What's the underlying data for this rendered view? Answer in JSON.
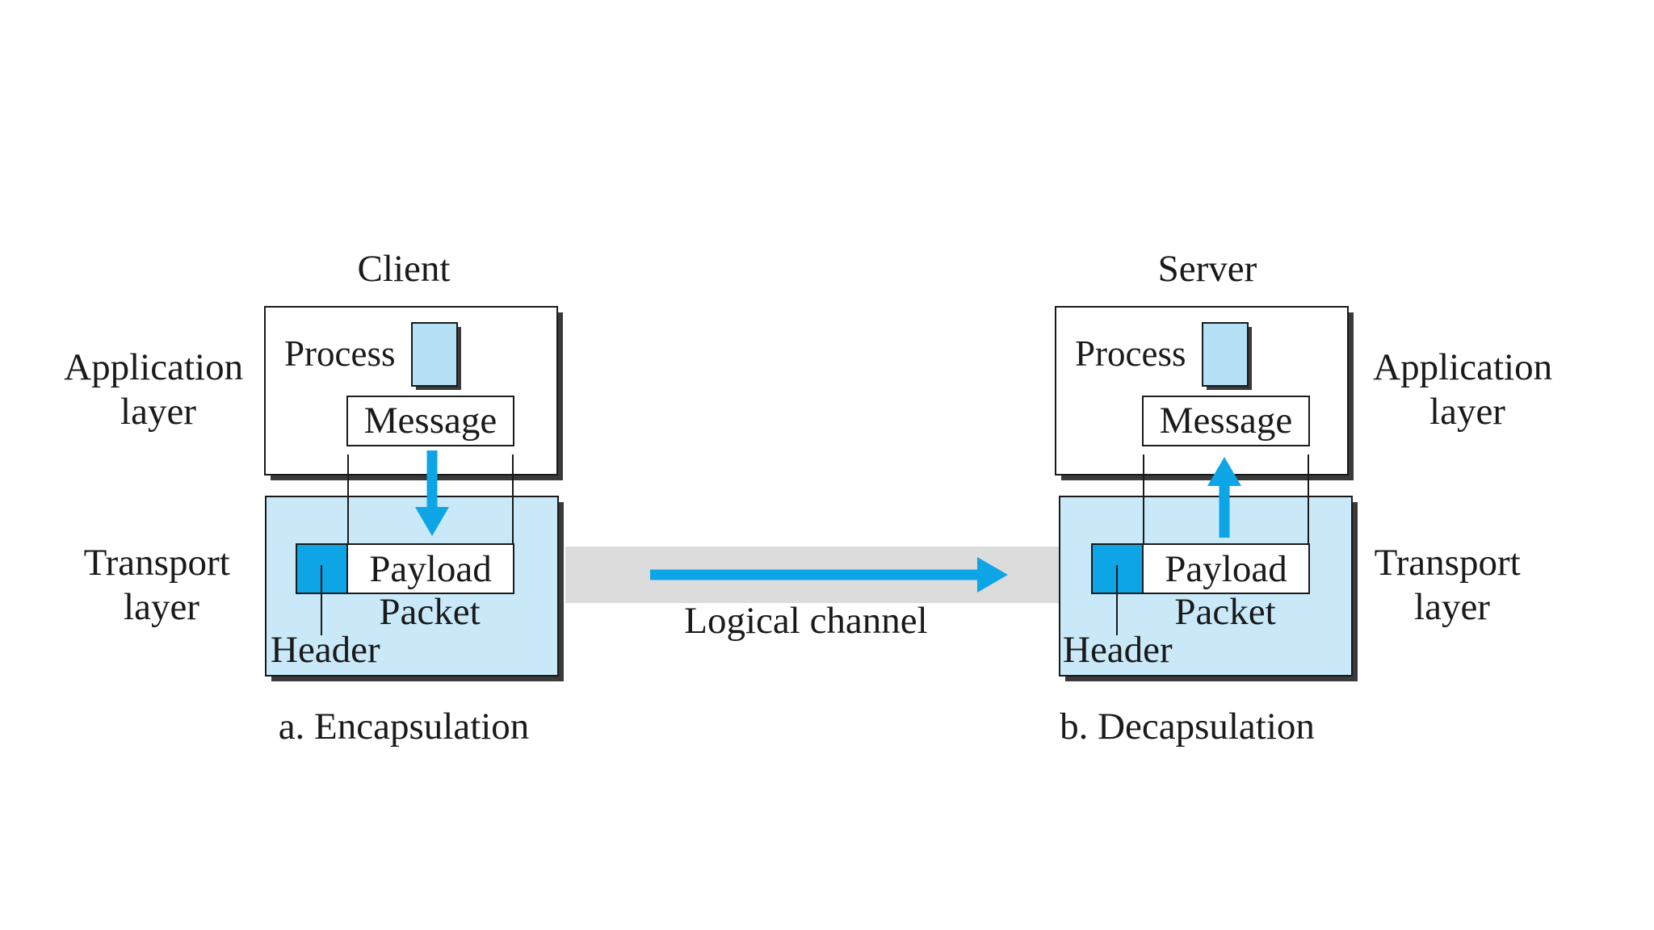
{
  "client": {
    "title": "Client",
    "app_layer_label": [
      "Application",
      "layer"
    ],
    "transport_layer_label": [
      "Transport",
      "layer"
    ],
    "process_label": "Process",
    "message_label": "Message",
    "payload_label": "Payload",
    "packet_label": "Packet",
    "header_label": "Header",
    "caption": "a. Encapsulation"
  },
  "server": {
    "title": "Server",
    "app_layer_label": [
      "Application",
      "layer"
    ],
    "transport_layer_label": [
      "Transport",
      "layer"
    ],
    "process_label": "Process",
    "message_label": "Message",
    "payload_label": "Payload",
    "packet_label": "Packet",
    "header_label": "Header",
    "caption": "b. Decapsulation"
  },
  "channel": {
    "label": "Logical channel"
  },
  "colors": {
    "accent_blue": "#0ea5e6",
    "light_blue_fill": "#c9e9f9",
    "process_fill": "#b4e1f6",
    "channel_gray": "#dcdcdc",
    "shadow": "#3a3a3a",
    "border": "#1a1a1a"
  }
}
